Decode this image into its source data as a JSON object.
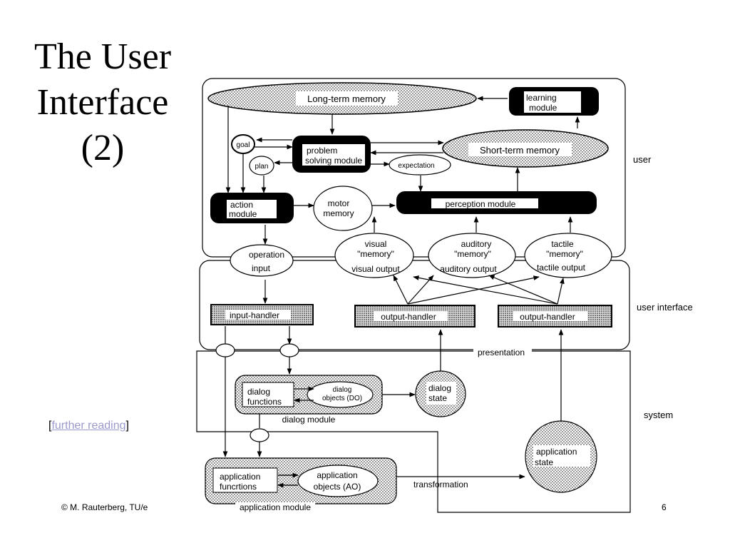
{
  "title": {
    "line1": "The User",
    "line2": "Interface",
    "line3": "(2)"
  },
  "further_reading": {
    "open": "[",
    "link": "further reading",
    "close": "]"
  },
  "footer": {
    "copyright": "© M. Rauterberg, TU/e",
    "page": "6"
  },
  "diagram": {
    "regions": {
      "user": "user",
      "user_interface": "user interface",
      "system": "system"
    },
    "long_term_memory": "Long-term memory",
    "learning_module": [
      "learning",
      "module"
    ],
    "goal": "goal",
    "plan": "plan",
    "problem_solving": [
      "problem",
      "solving module"
    ],
    "short_term_memory": "Short-term memory",
    "expectation": "expectation",
    "action_module": [
      "action",
      "module"
    ],
    "motor_memory": [
      "motor",
      "memory"
    ],
    "perception_module": "perception module",
    "operation_input": [
      "operation",
      "input"
    ],
    "visual_memory": [
      "visual",
      "\"memory\"",
      "visual output"
    ],
    "auditory_memory": [
      "auditory",
      "\"memory\"",
      "auditory output"
    ],
    "tactile_memory": [
      "tactile",
      "\"memory\"",
      "tactile output"
    ],
    "input_handler": "input-handler",
    "output_handler_1": "output-handler",
    "output_handler_2": "output-handler",
    "presentation": "presentation",
    "dialog_functions": [
      "dialog",
      "functions"
    ],
    "dialog_objects": [
      "dialog",
      "objects (DO)"
    ],
    "dialog_module": "dialog module",
    "dialog_state": [
      "dialog",
      "state"
    ],
    "application_state": [
      "application",
      "state"
    ],
    "application_functions": [
      "application",
      "funcrtions"
    ],
    "application_objects": [
      "application",
      "objects (AO)"
    ],
    "application_module": "application module",
    "transformation": "transformation"
  }
}
